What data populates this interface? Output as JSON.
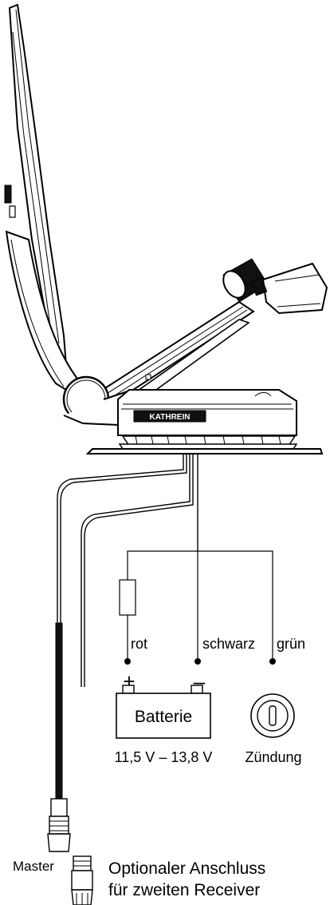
{
  "labels": {
    "brand": "KATHREIN",
    "wire_red": "rot",
    "wire_black": "schwarz",
    "wire_green": "grün",
    "plus": "+",
    "minus": "–",
    "battery": "Batterie",
    "voltage": "11,5 V – 13,8 V",
    "ignition": "Zündung",
    "master": "Master",
    "optional_line1": "Optionaler Anschluss",
    "optional_line2": "für zweiten Receiver"
  }
}
